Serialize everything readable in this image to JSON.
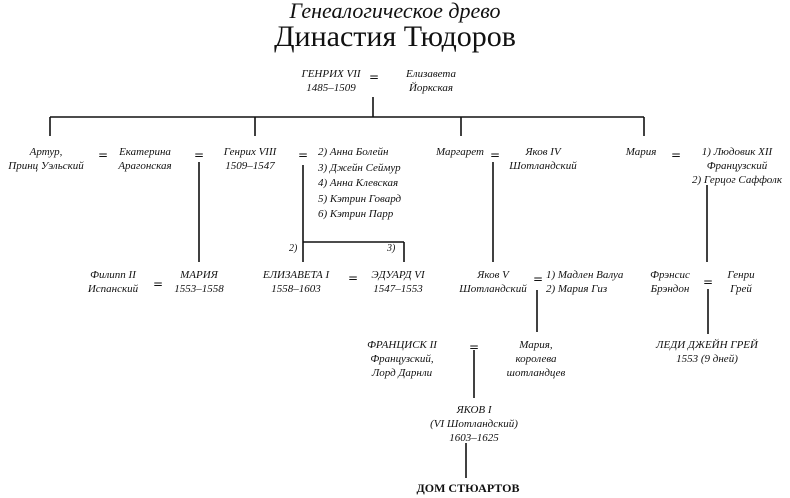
{
  "title": {
    "subtitle": "Генеалогическое древо",
    "main": "Династия Тюдоров"
  },
  "people": {
    "henry7": {
      "lines": [
        "ГЕНРИХ VII",
        "1485–1509"
      ]
    },
    "elizabeth_york": {
      "lines": [
        "Елизавета",
        "Йоркская"
      ]
    },
    "arthur": {
      "lines": [
        "Артур,",
        "Принц Уэльский"
      ]
    },
    "catherine": {
      "lines": [
        "Екатерина",
        "Арагонская"
      ]
    },
    "henry8": {
      "lines": [
        "Генрих VIII",
        "1509–1547"
      ]
    },
    "wives8": {
      "lines": [
        "2) Анна Болейн",
        "3) Джейн Сеймур",
        "4) Анна Клевская",
        "5) Кэтрин Говард",
        "6) Кэтрин Парр"
      ]
    },
    "margaret": {
      "lines": [
        "Маргарет"
      ]
    },
    "james4": {
      "lines": [
        "Яков IV",
        "Шотландский"
      ]
    },
    "mary_t": {
      "lines": [
        "Мария"
      ]
    },
    "mary_spouses": {
      "lines": [
        "1) Людовик XII",
        "Французский",
        "2) Герцог Саффолк"
      ]
    },
    "philip2": {
      "lines": [
        "Филипп II",
        "Испанский"
      ]
    },
    "mary1": {
      "lines": [
        "МАРИЯ",
        "1553–1558"
      ]
    },
    "elizabeth1": {
      "lines": [
        "ЕЛИЗАВЕТА I",
        "1558–1603"
      ]
    },
    "edward6": {
      "lines": [
        "ЭДУАРД VI",
        "1547–1553"
      ]
    },
    "james5": {
      "lines": [
        "Яков V",
        "Шотландский"
      ]
    },
    "james5_wives": {
      "lines": [
        "1) Мадлен Валуа",
        "2) Мария Гиз"
      ]
    },
    "frances": {
      "lines": [
        "Фрэнсис",
        "Брэндон"
      ]
    },
    "henry_grey": {
      "lines": [
        "Генри",
        "Грей"
      ]
    },
    "francis2": {
      "lines": [
        "ФРАНЦИСК II",
        "Французский,",
        "Лорд Дарнли"
      ]
    },
    "mary_scots": {
      "lines": [
        "Мария,",
        "королева",
        "шотландцев"
      ]
    },
    "jane_grey": {
      "lines": [
        "ЛЕДИ ДЖЕЙН ГРЕЙ",
        "1553 (9 дней)"
      ]
    },
    "james1": {
      "lines": [
        "ЯКОВ I",
        "(VI Шотландский)",
        "1603–1625"
      ]
    }
  },
  "marriage_symbol": "=",
  "branch_labels": {
    "b2": "2)",
    "b3": "3)"
  },
  "house": "ДОМ СТЮАРТОВ"
}
